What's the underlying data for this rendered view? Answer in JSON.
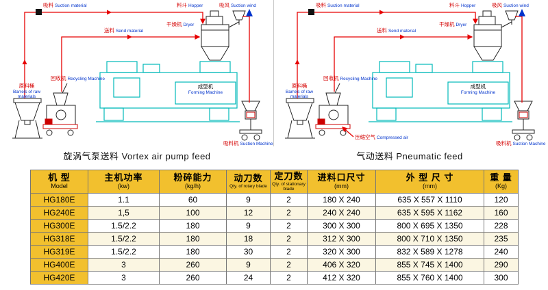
{
  "colors": {
    "flow_red": "#e60000",
    "label_blue": "#0033cc",
    "machine_cyan": "#00b9b9",
    "table_gold": "#f2c02e"
  },
  "diagrams": [
    {
      "caption": "旋涡气泵送料 Vortex air pump feed",
      "labels": {
        "suction_material": {
          "zh": "吸料",
          "en": "Suction material"
        },
        "hopper": {
          "zh": "料斗",
          "en": "Hopper"
        },
        "suction_wind": {
          "zh": "吸风",
          "en": "Suction wind"
        },
        "send_material": {
          "zh": "送料",
          "en": "Send material"
        },
        "dryer": {
          "zh": "干燥机",
          "en": "Dryer"
        },
        "recycling_machine": {
          "zh": "回收机",
          "en": "Recycling Machine"
        },
        "raw_material_barrel": {
          "zh": "原料桶",
          "en": "Barrels of raw materials"
        },
        "forming_machine": {
          "zh": "成型机",
          "en": "Forming Machine"
        },
        "suction_machine": {
          "zh": "吸料机",
          "en": "Suction Machine"
        }
      }
    },
    {
      "caption": "气动送料 Pneumatic feed",
      "labels": {
        "suction_material": {
          "zh": "吸料",
          "en": "Suction material"
        },
        "hopper": {
          "zh": "料斗",
          "en": "Hopper"
        },
        "suction_wind": {
          "zh": "吸风",
          "en": "Suction wind"
        },
        "send_material": {
          "zh": "送料",
          "en": "Send material"
        },
        "dryer": {
          "zh": "干燥机",
          "en": "Dryer"
        },
        "recycling_machine": {
          "zh": "回收机",
          "en": "Recycling Machine"
        },
        "raw_material_barrel": {
          "zh": "原料桶",
          "en": "Barrels of raw materials"
        },
        "forming_machine": {
          "zh": "成型机",
          "en": "Forming Machine"
        },
        "suction_machine": {
          "zh": "吸料机",
          "en": "Suction Machine"
        },
        "compressed_air": {
          "zh": "压缩空气",
          "en": "Compressed air"
        }
      }
    }
  ],
  "table": {
    "headers": [
      {
        "zh": "机 型",
        "sub": "Model"
      },
      {
        "zh": "主机功率",
        "sub": "(kw)"
      },
      {
        "zh": "粉碎能力",
        "sub": "(kg/h)"
      },
      {
        "zh": "动刀数",
        "sub": "Qty. of rotary blade"
      },
      {
        "zh": "定刀数",
        "sub": "Qty. of stationary blade"
      },
      {
        "zh": "进料口尺寸",
        "sub": "(mm)"
      },
      {
        "zh": "外 型 尺 寸",
        "sub": "(mm)"
      },
      {
        "zh": "重 量",
        "sub": "(Kg)"
      }
    ],
    "rows": [
      [
        "HG180E",
        "1.1",
        "60",
        "9",
        "2",
        "180 X 240",
        "635 X 557 X 1110",
        "120"
      ],
      [
        "HG240E",
        "1,5",
        "100",
        "12",
        "2",
        "240 X 240",
        "635 X 595 X 1162",
        "160"
      ],
      [
        "HG300E",
        "1.5/2.2",
        "180",
        "9",
        "2",
        "300 X 300",
        "800 X 695 X 1350",
        "228"
      ],
      [
        "HG318E",
        "1.5/2.2",
        "180",
        "18",
        "2",
        "312 X 300",
        "800 X 710 X 1350",
        "235"
      ],
      [
        "HG319E",
        "1.5/2.2",
        "180",
        "30",
        "2",
        "320 X 300",
        "832 X 589 X 1278",
        "240"
      ],
      [
        "HG400E",
        "3",
        "260",
        "9",
        "2",
        "406 X 320",
        "855 X 745 X 1400",
        "290"
      ],
      [
        "HG420E",
        "3",
        "260",
        "24",
        "2",
        "412 X 320",
        "855 X 760 X 1400",
        "300"
      ]
    ]
  }
}
